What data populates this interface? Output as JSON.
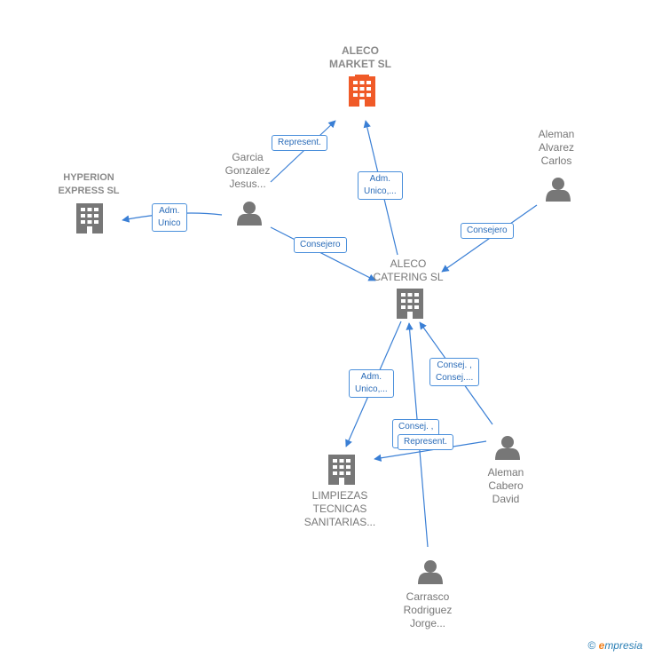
{
  "nodes": {
    "aleco_market": {
      "lines": [
        "ALECO",
        "MARKET  SL"
      ],
      "icon": "building-icon",
      "color": "#f05a28"
    },
    "hyperion": {
      "lines": [
        "HYPERION",
        "EXPRESS  SL"
      ],
      "icon": "building-icon",
      "color": "#777777"
    },
    "aleco_catering": {
      "lines": [
        "ALECO",
        "CATERING SL"
      ],
      "icon": "building-icon",
      "color": "#777777"
    },
    "limpiezas": {
      "lines": [
        "LIMPIEZAS",
        "TECNICAS",
        "SANITARIAS..."
      ],
      "icon": "building-icon",
      "color": "#777777"
    },
    "garcia": {
      "lines": [
        "Garcia",
        "Gonzalez",
        "Jesus..."
      ],
      "icon": "person-icon",
      "color": "#777777"
    },
    "aleman_alvarez": {
      "lines": [
        "Aleman",
        "Alvarez",
        "Carlos"
      ],
      "icon": "person-icon",
      "color": "#777777"
    },
    "aleman_cabero": {
      "lines": [
        "Aleman",
        "Cabero",
        "David"
      ],
      "icon": "person-icon",
      "color": "#777777"
    },
    "carrasco": {
      "lines": [
        "Carrasco",
        "Rodriguez",
        "Jorge..."
      ],
      "icon": "person-icon",
      "color": "#777777"
    }
  },
  "edges": {
    "represent_1": [
      "Represent."
    ],
    "adm_unico_1": [
      "Adm.",
      "Unico,..."
    ],
    "adm_unico_2": [
      "Adm.",
      "Unico"
    ],
    "consejero_1": [
      "Consejero"
    ],
    "consejero_2": [
      "Consejero"
    ],
    "adm_unico_3": [
      "Adm.",
      "Unico,..."
    ],
    "consej_1": [
      "Consej. ,",
      "Consej...."
    ],
    "consej_2": [
      "Consej. ,"
    ],
    "represent_2": [
      "Represent."
    ]
  },
  "colors": {
    "edge": "#3a7fd5",
    "highlight": "#f05a28",
    "icon_gray": "#777777"
  },
  "footer": {
    "copyright": "©",
    "brand_initial": "e",
    "brand_rest": "mpresia"
  }
}
